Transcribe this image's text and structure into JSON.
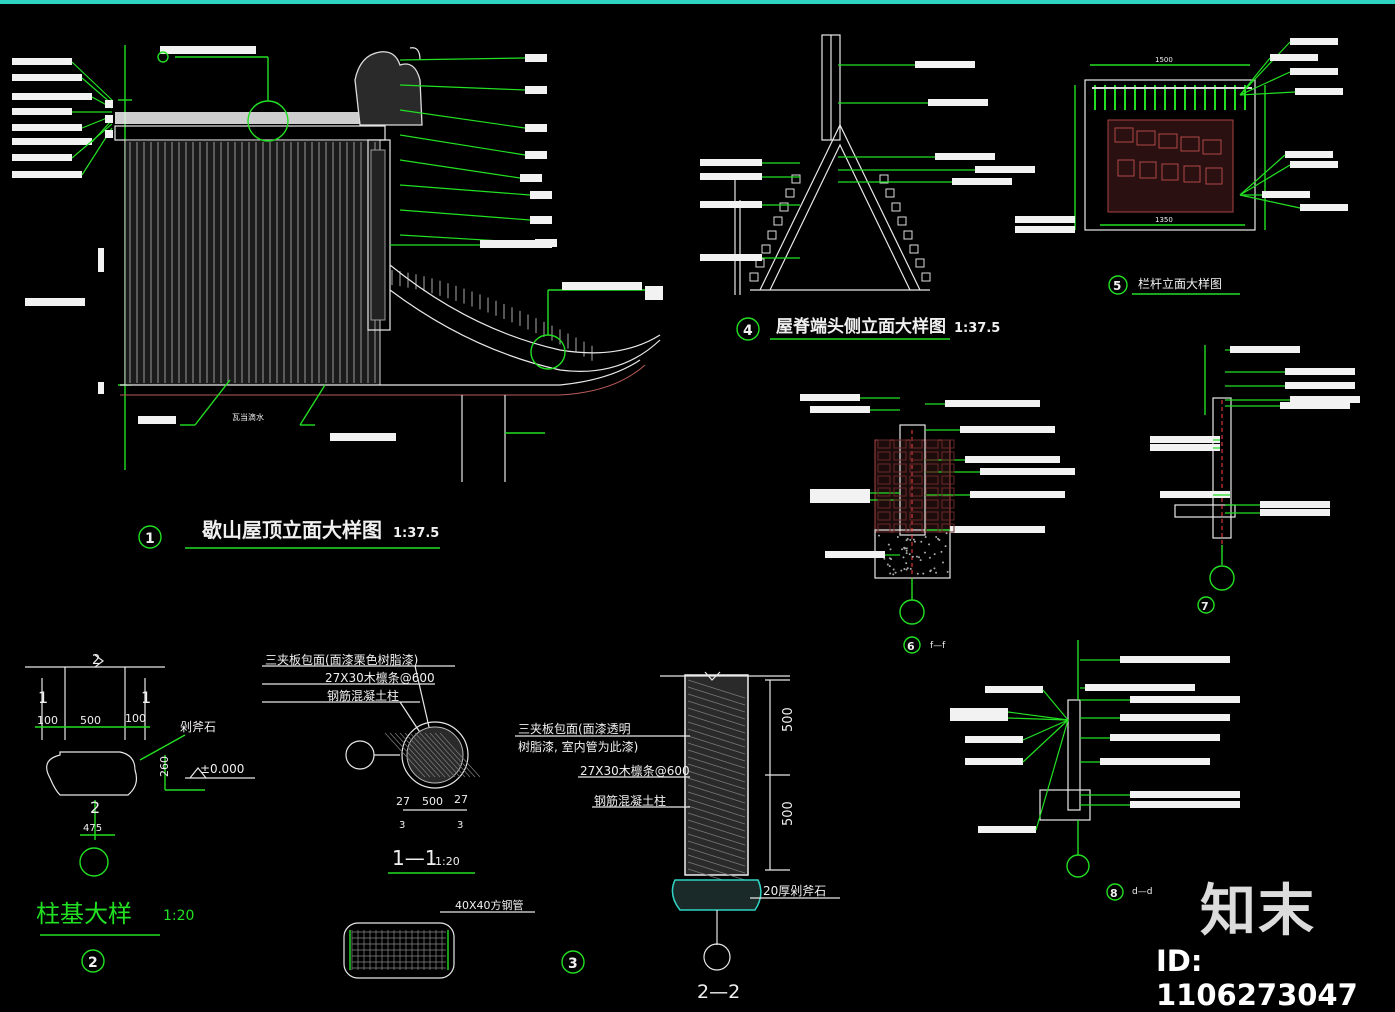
{
  "drawing": {
    "title_1": "歇山屋顶立面大样图",
    "scale_1": "1:37.5",
    "num_1": "1",
    "title_2": "柱基大样",
    "scale_2": "1:20",
    "num_2": "2",
    "num_3": "3",
    "title_4": "屋脊端头侧立面大样图",
    "scale_4": "1:37.5",
    "num_4": "4",
    "title_5": "栏杆立面大样图",
    "num_5": "5",
    "num_6": "6",
    "label_6": "f—f",
    "num_7": "7",
    "num_8": "8",
    "label_8": "d—d",
    "section_11": "1—1",
    "scale_11": "1:20",
    "section_22": "2—2"
  },
  "column_base": {
    "dim_100a": "100",
    "dim_500": "500",
    "dim_100b": "100",
    "dim_260": "260",
    "dim_475": "475",
    "stone": "剁斧石",
    "level": "±0.000",
    "cut_1a": "1",
    "cut_1b": "1",
    "cut_2a": "2",
    "cut_2b": "2"
  },
  "section_11": {
    "note1": "三夹板包面(面漆栗色树脂漆)",
    "note2": "27X30木檩条@600",
    "note3": "钢筋混凝土柱",
    "dim_27a": "27",
    "dim_500": "500",
    "dim_27b": "27",
    "dim_3a": "3",
    "dim_3b": "3",
    "steel": "40X40方钢管"
  },
  "section_22": {
    "note1": "三夹板包面(面漆透明",
    "note2": "树脂漆, 室内管为此漆)",
    "note3": "27X30木檩条@600",
    "note4": "钢筋混凝土柱",
    "dim_500a": "500",
    "dim_500b": "500",
    "stone": "20厚剁斧石"
  },
  "small": {
    "ridge_note": "瓦当滴水",
    "elev_1500": "1500",
    "elev_1350": "1350"
  },
  "watermark": {
    "brand": "知末",
    "id": "ID: 1106273047"
  }
}
